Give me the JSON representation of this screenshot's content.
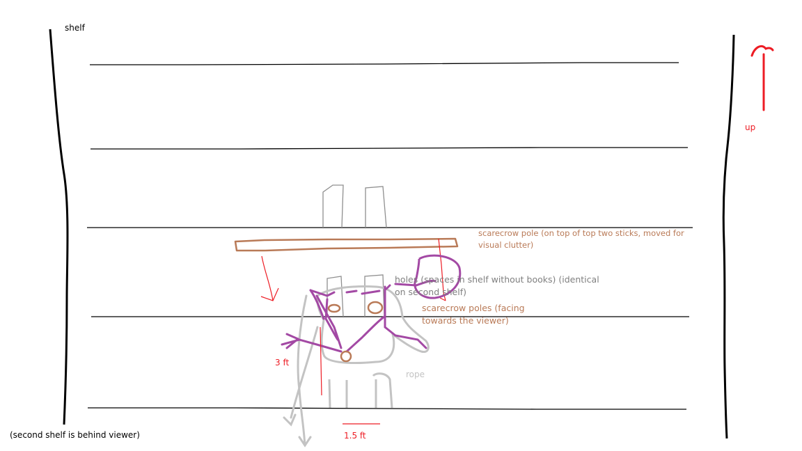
{
  "labels": {
    "shelf": "shelf",
    "up": "up",
    "second_shelf_note": "(second shelf is behind viewer)",
    "scarecrow_pole": "scarecrow pole (on top of top two sticks, moved for visual clutter)",
    "holes": "holes (spaces in shelf without books) (identical on second shelf)",
    "scarecrow_poles": "scarecrow poles (facing towards the viewer)",
    "height": "3 ft",
    "width": "1.5 ft",
    "rope": "rope"
  },
  "colors": {
    "shelf_lines": "#000000",
    "up_arrow": "#ed1c24",
    "pole": "#b97a57",
    "scarecrow": "#a349a4",
    "rope": "#c3c3c3",
    "holes": "#7f7f7f",
    "measure": "#ed1c24"
  }
}
